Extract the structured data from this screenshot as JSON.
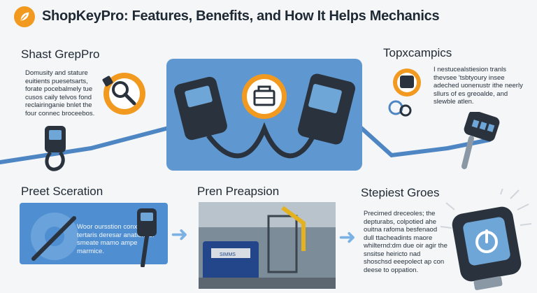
{
  "page": {
    "title": "ShopKeyPro: Features, Benefits, and How It Helps Mechanics"
  },
  "sections": {
    "top_left": {
      "heading": "Shast GrepPro",
      "text": "Domusity and stature euitients puesetsarts, forate pocebalmely tue cusos caily telvos fond reclairinganie bnlet the four connec broceebos."
    },
    "top_right": {
      "heading": "Topxcampics",
      "text": "I nestucealstiesion tranls thevsee 'tsbtyoury insee adeched uonenustr ithe neerly sllurs of es greoalde, and slewble atlen."
    },
    "bottom_left": {
      "heading": "Preet Sceration",
      "text": "Woor oursstion conxted tertaris deresar anation for smeate mamo ampe marmice."
    },
    "bottom_middle": {
      "heading": "Pren Preapsion",
      "photo_label": "SIMMS"
    },
    "bottom_right": {
      "heading": "Stepiest Groes",
      "text": "Precimed dreceoles; the depturabs, colpotied ahe ouitna rafoma besfenaod dull ttacheadints maore whilternd:dm due oir agir the snsitse heiricto nad shoschsd eeepolect ap con deese to oppation."
    }
  },
  "colors": {
    "accent_orange": "#f29a1f",
    "accent_blue": "#5f98d1",
    "line_blue": "#4e86c4",
    "dark_device": "#2a333d",
    "screen_blue": "#6fa6d8"
  },
  "icons": [
    "leaf-logo-icon",
    "scan-tool-icon",
    "toolbox-icon",
    "key-fob-icon",
    "magnifier-wrench-icon",
    "gear-icon",
    "arrow-right-icon",
    "power-icon"
  ]
}
